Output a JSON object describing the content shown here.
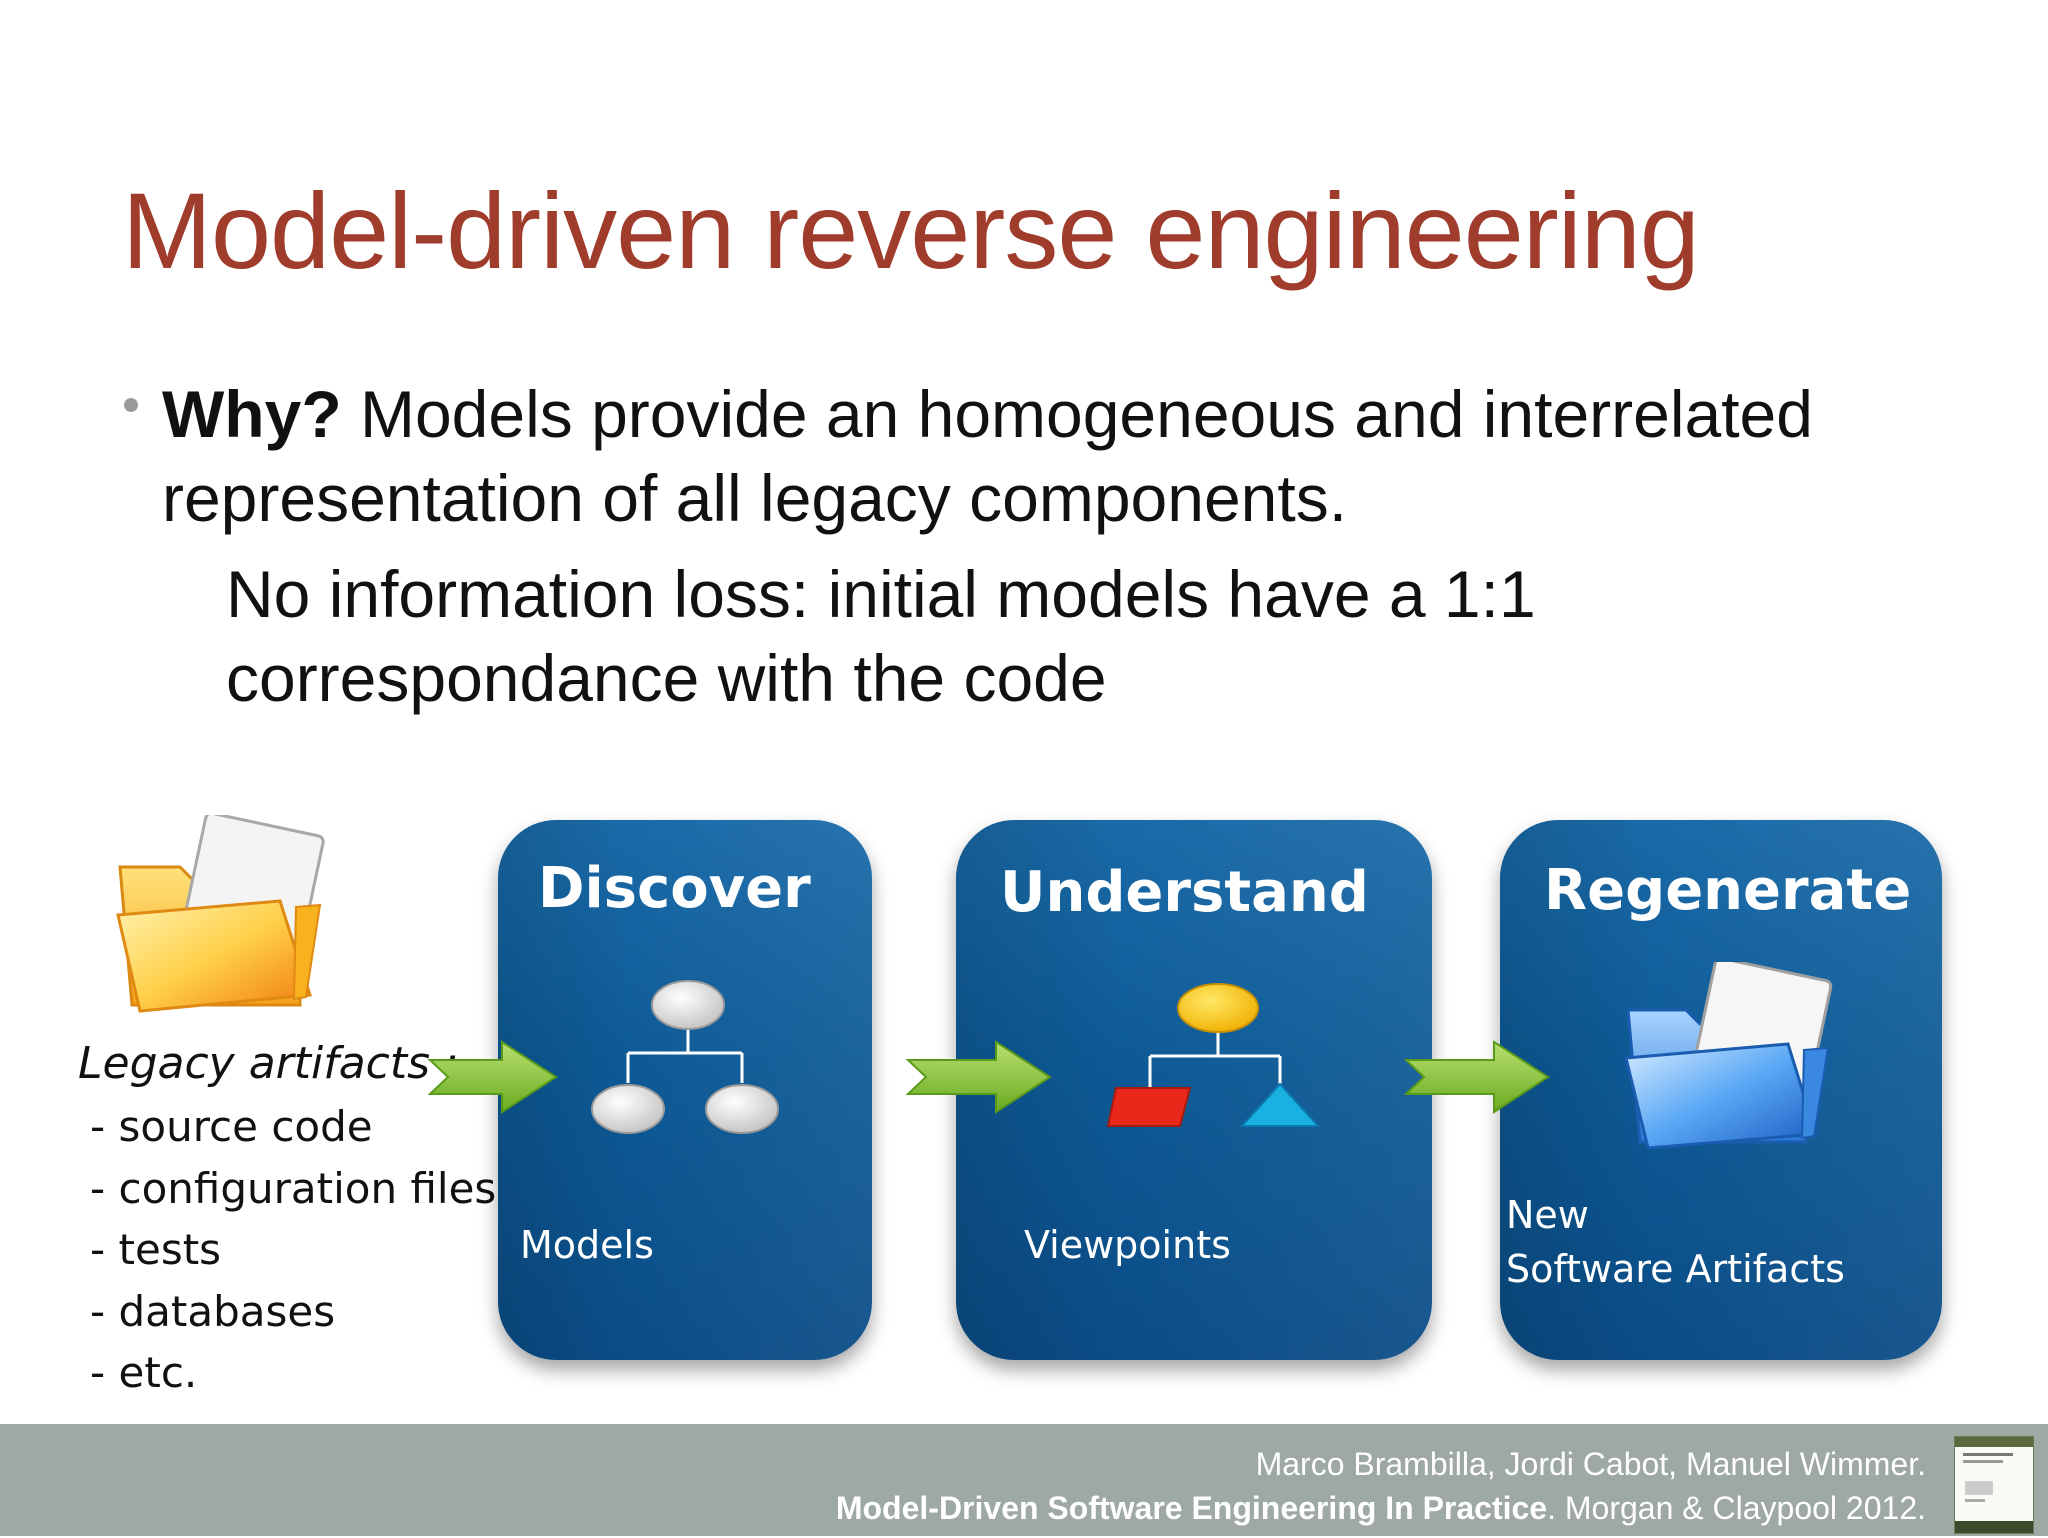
{
  "slide": {
    "title": "Model-driven reverse engineering",
    "bullet_bold": "Why?",
    "bullet_text": " Models provide an homogeneous and interrelated representation of all legacy components.",
    "sub_text": "No information loss: initial models have a 1:1 correspondance with the code"
  },
  "diagram": {
    "legacy_title": "Legacy artifacts :",
    "legacy_items": [
      "- source code",
      "- configuration files",
      "- tests",
      "- databases",
      "- etc."
    ],
    "boxes": [
      {
        "title": "Discover",
        "label": "Models"
      },
      {
        "title": "Understand",
        "label": "Viewpoints"
      },
      {
        "title": "Regenerate",
        "label_line1": "New",
        "label_line2": "Software Artifacts"
      }
    ],
    "colors": {
      "box_blue": "#0d5a96",
      "arrow_green": "#8cc63f",
      "node_grey": "#d9d9d9",
      "node_yellow": "#f5c400",
      "node_red": "#e8281a",
      "node_cyan": "#1ab0e0"
    },
    "icons": [
      "folder-orange-icon",
      "tree-grey-icon",
      "tree-colored-icon",
      "folder-blue-icon",
      "arrow-right-icon"
    ]
  },
  "footer": {
    "authors": "Marco Brambilla, Jordi Cabot, Manuel Wimmer.",
    "book_title": "Model-Driven Software Engineering In Practice",
    "publisher": ". Morgan & Claypool 2012."
  }
}
